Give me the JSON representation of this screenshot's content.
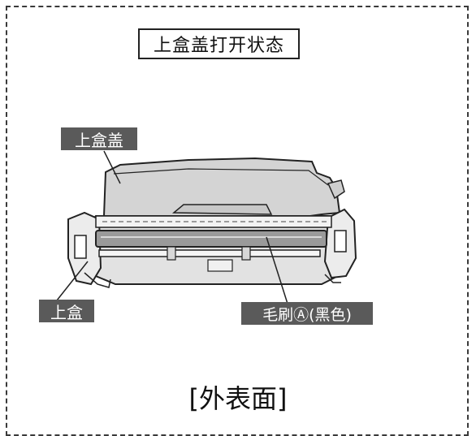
{
  "title": "上盒盖打开状态",
  "labels": {
    "lid": "上盒盖",
    "box": "上盒",
    "brush": "毛刷Ⓐ(黑色)"
  },
  "caption": "[外表面]",
  "colors": {
    "label_bg": "#5a5a5a",
    "lid_fill": "#d4d4d4",
    "body_fill": "#e2e2e2",
    "brush_fill": "#9a9a9a"
  }
}
